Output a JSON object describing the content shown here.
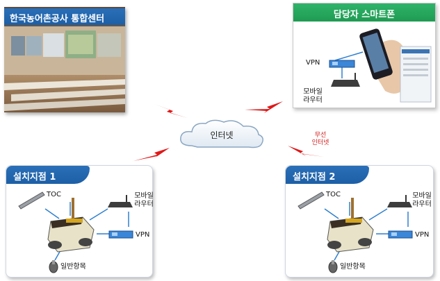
{
  "control_center": {
    "title": "한국농어촌공사 통합센터"
  },
  "smartphone_panel": {
    "title": "담당자 스마트폰",
    "vpn_label": "VPN",
    "router_label": "모바일\n라우터"
  },
  "internet": {
    "label": "인터넷",
    "wireless_label": "무선\n인터넷"
  },
  "site1": {
    "title": "설치지점 1",
    "toc_label": "TOC",
    "router_label": "모바일\n라우터",
    "vpn_label": "VPN",
    "general_label": "일반항목"
  },
  "site2": {
    "title": "설치지점 2",
    "toc_label": "TOC",
    "router_label": "모바일\n라우터",
    "vpn_label": "VPN",
    "general_label": "일반항목"
  },
  "colors": {
    "header_blue": "#1d5fa6",
    "header_green": "#1f9b52",
    "lightning_red": "#e01818",
    "wire_blue": "#2f7fd0"
  }
}
